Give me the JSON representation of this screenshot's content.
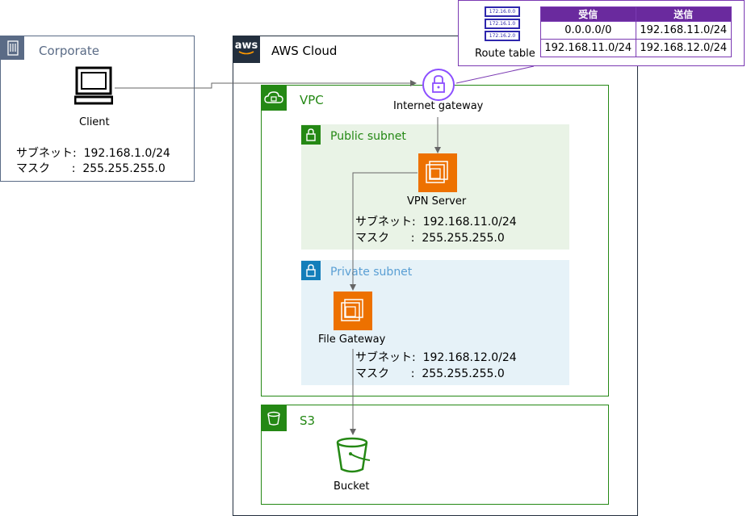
{
  "corporate": {
    "title": "Corporate",
    "client_label": "Client",
    "subnet_line": "サブネット:  192.168.1.0/24",
    "mask_line": "マスク      :  255.255.255.0"
  },
  "aws": {
    "logo_text": "aws",
    "title": "AWS Cloud"
  },
  "vpc": {
    "title": "VPC"
  },
  "internet_gateway": {
    "label": "Internet gateway"
  },
  "route_table": {
    "label": "Route table",
    "icon_rows": [
      "172.16.0.0",
      "172.16.1.0",
      "172.16.2.0"
    ],
    "headers": [
      "受信",
      "送信"
    ],
    "rows": [
      [
        "0.0.0.0/0",
        "192.168.11.0/24"
      ],
      [
        "192.168.11.0/24",
        "192.168.12.0/24"
      ]
    ]
  },
  "public_subnet": {
    "title": "Public subnet",
    "instance_label": "VPN Server",
    "subnet_line": "サブネット:  192.168.11.0/24",
    "mask_line": "マスク      :  255.255.255.0"
  },
  "private_subnet": {
    "title": "Private subnet",
    "instance_label": "File Gateway",
    "subnet_line": "サブネット:  192.168.12.0/24",
    "mask_line": "マスク      :  255.255.255.0"
  },
  "s3": {
    "title": "S3",
    "bucket_label": "Bucket"
  },
  "colors": {
    "vpc_green": "#248814",
    "public_subnet_bg": "#e9f3e6",
    "private_subnet_bg": "#e6f2f8",
    "private_blue": "#147eba",
    "private_text": "#5a9fd4",
    "corporate_gray": "#5a6b86",
    "ec2_orange": "#ed7100",
    "gateway_purple": "#8c4fff",
    "route_table_purple": "#7b3ab3"
  }
}
